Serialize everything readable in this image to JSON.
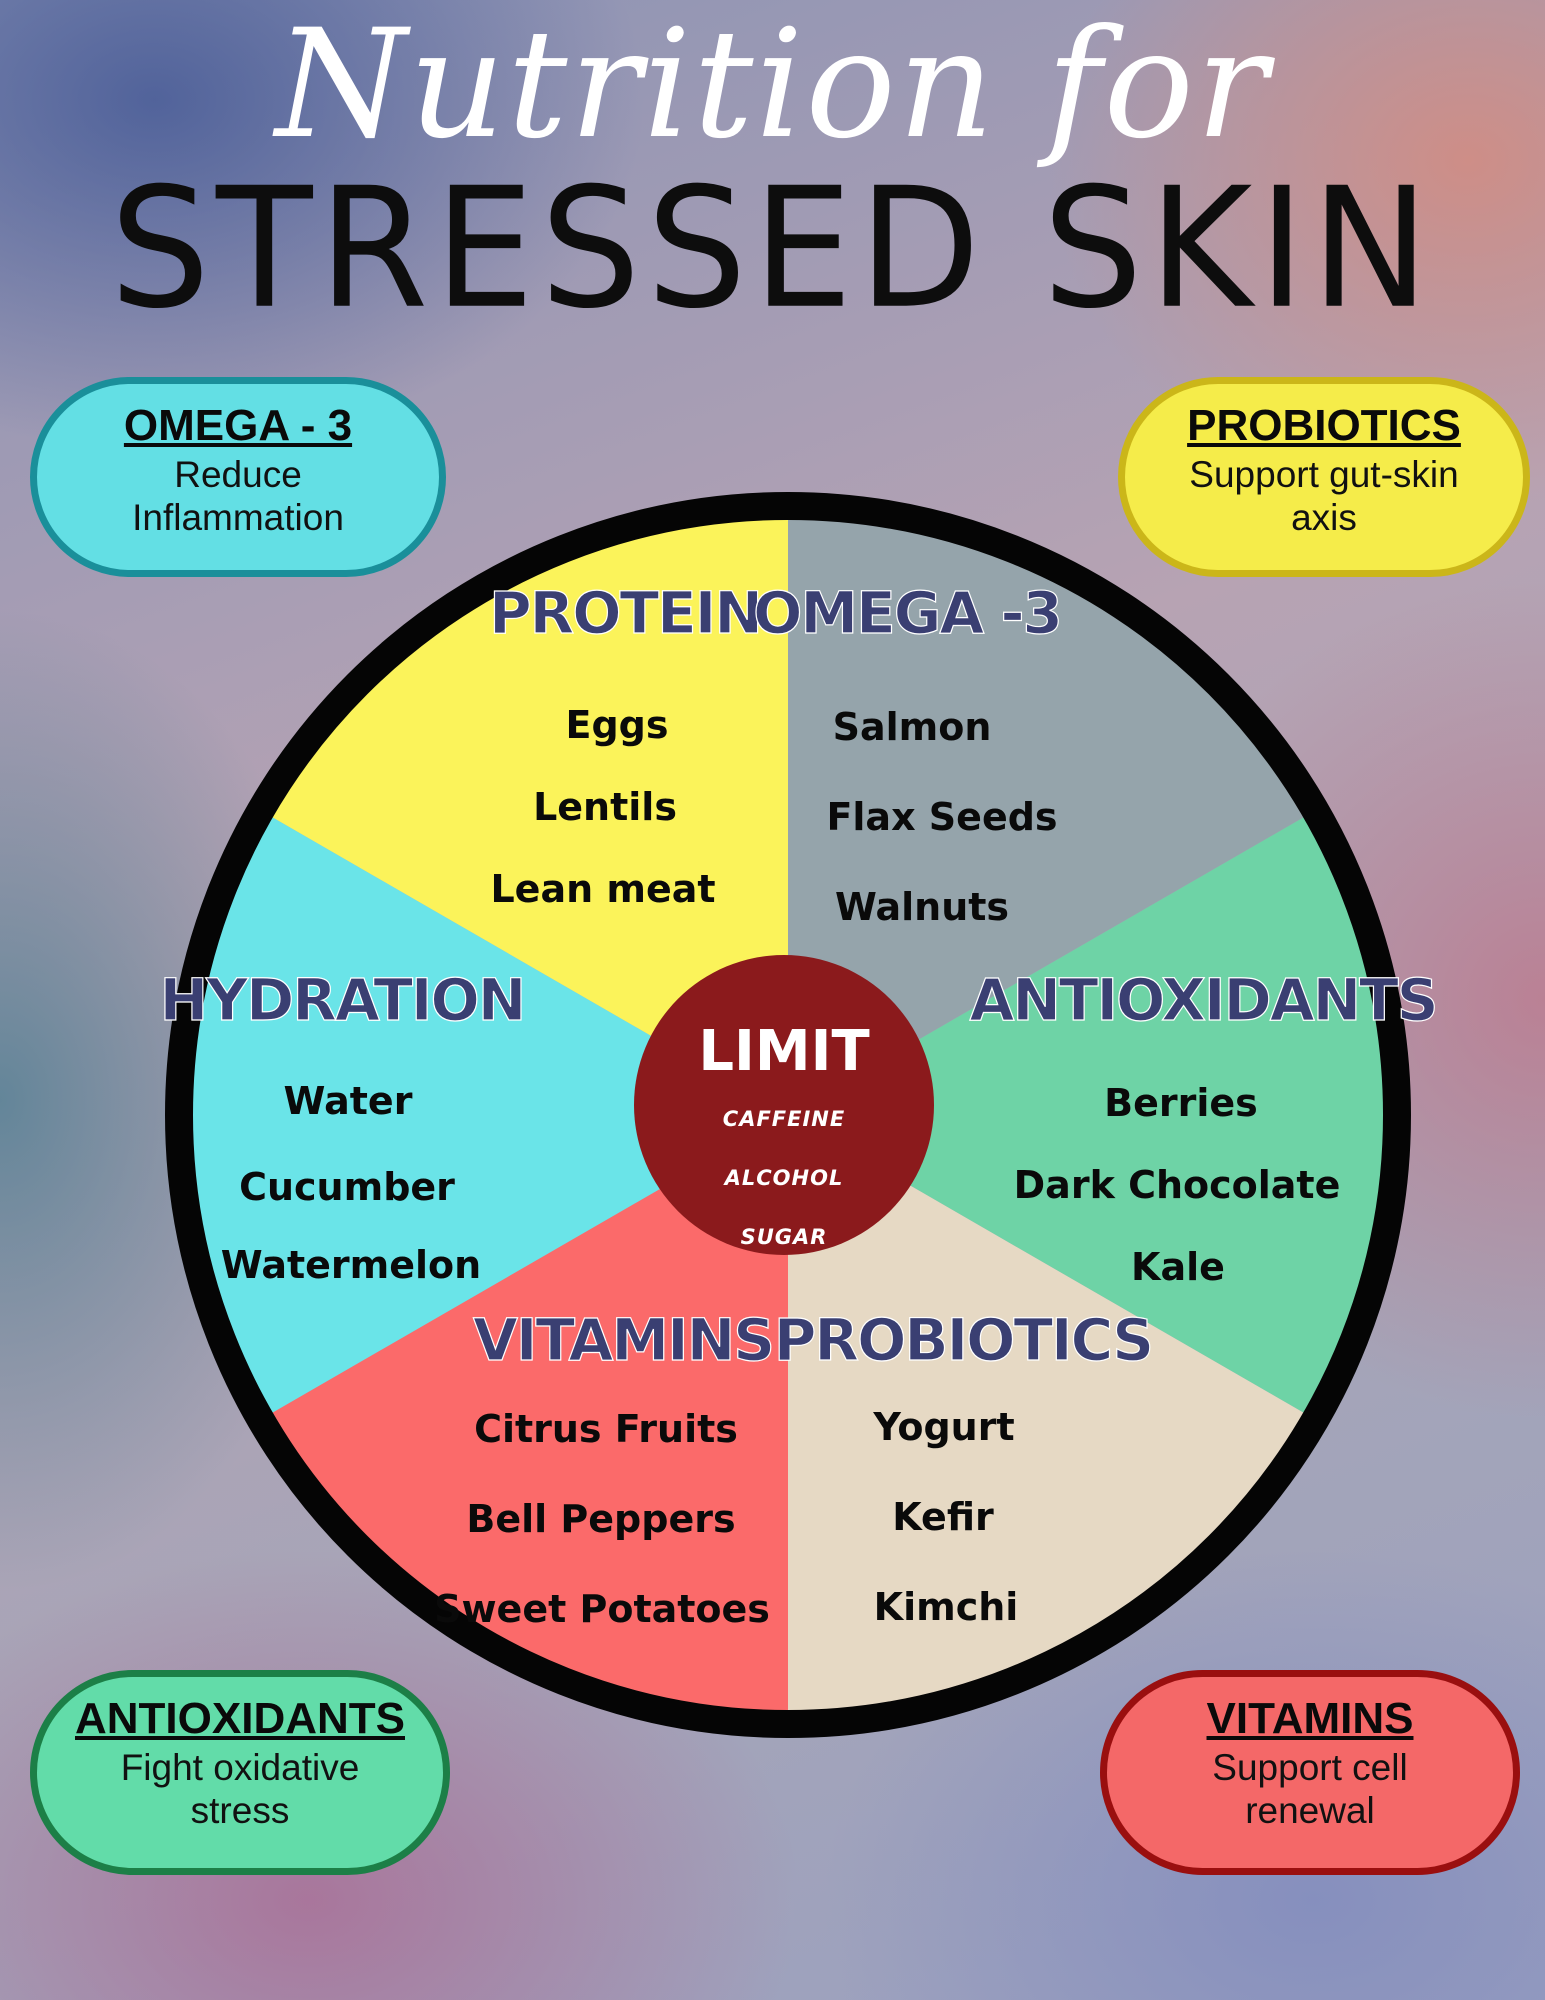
{
  "header": {
    "script_title": "Nutrition for",
    "main_title": "STRESSED SKIN"
  },
  "callouts": {
    "omega": {
      "title": "OMEGA - 3",
      "line1": "Reduce",
      "line2": "Inflammation",
      "fill": "#63dfe4",
      "border": "#1a8f9a"
    },
    "probiotics": {
      "title": "PROBIOTICS",
      "line1": "Support gut-skin",
      "line2": "axis",
      "fill": "#f5ec4a",
      "border": "#cbb619"
    },
    "antioxidants": {
      "title": "ANTIOXIDANTS",
      "line1": "Fight oxidative",
      "line2": "stress",
      "fill": "#62dca9",
      "border": "#1c7f47"
    },
    "vitamins": {
      "title": "VITAMINS",
      "line1": "Support cell",
      "line2": "renewal",
      "fill": "#f46868",
      "border": "#9a0f0f"
    }
  },
  "wheel": {
    "segments": [
      {
        "id": "protein",
        "label": "PROTEIN",
        "color": "#fbf35a",
        "foods": [
          "Eggs",
          "Lentils",
          "Lean meat"
        ]
      },
      {
        "id": "omega",
        "label": "OMEGA -3",
        "color": "#95a4ab",
        "foods": [
          "Salmon",
          "Flax Seeds",
          "Walnuts"
        ]
      },
      {
        "id": "antioxidants",
        "label": "ANTIOXIDANTS",
        "color": "#6ed3a6",
        "foods": [
          "Berries",
          "Dark Chocolate",
          "Kale"
        ]
      },
      {
        "id": "probiotics",
        "label": "PROBIOTICS",
        "color": "#e6d9c4",
        "foods": [
          "Yogurt",
          "Kefir",
          "Kimchi"
        ]
      },
      {
        "id": "vitamins",
        "label": "VITAMINS",
        "color": "#fb6a6a",
        "foods": [
          "Citrus Fruits",
          "Bell Peppers",
          "Sweet Potatoes"
        ]
      },
      {
        "id": "hydration",
        "label": "HYDRATION",
        "color": "#6ae4e8",
        "foods": [
          "Water",
          "Cucumber",
          "Watermelon"
        ]
      }
    ],
    "center": {
      "title": "LIMIT",
      "items": [
        "CAFFEINE",
        "ALCOHOL",
        "SUGAR"
      ],
      "color": "#8b1a1c"
    },
    "rim_color": "#050505"
  }
}
